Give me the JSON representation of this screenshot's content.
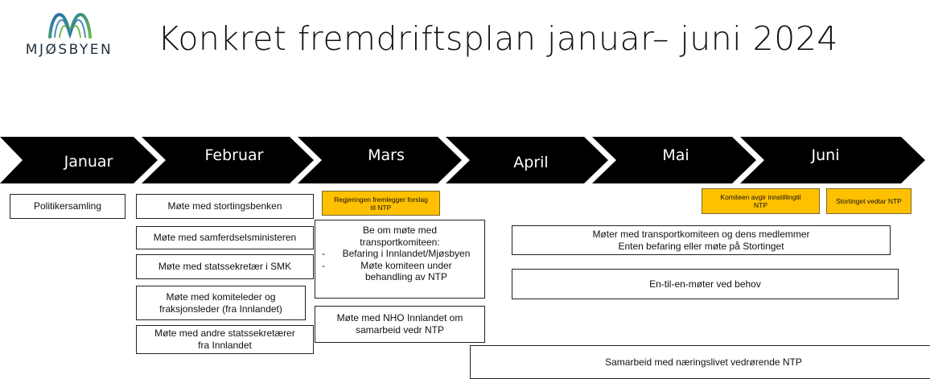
{
  "logo": {
    "text": "MJØSBYEN"
  },
  "title": "Konkret fremdriftsplan januar– juni 2024",
  "months": [
    "Januar",
    "Februar",
    "Mars",
    "April",
    "Mai",
    "Juni"
  ],
  "boxes": {
    "politikersamling": "Politikersamling",
    "stortingsbenken": "Møte med stortingsbenken",
    "samferdselsministeren": "Møte med samferdselsministeren",
    "smk": "Møte med statssekretær i SMK",
    "komiteleder_line1": "Møte med komiteleder og",
    "komiteleder_line2": "fraksjonsleder (fra  Innlandet)",
    "statssekretaerer_line1": "Møte med andre statssekretærer",
    "statssekretaerer_line2": "fra Innlandet",
    "regjeringen_line1": "Regjeringen fremlegger forslag",
    "regjeringen_line2": "til NTP",
    "transportkomiteen_line1": "Be om møte med",
    "transportkomiteen_line2": "transportkomiteen:",
    "transportkomiteen_item1": "Befaring i Innlandet/Mjøsbyen",
    "transportkomiteen_item2_line1": "Møte komiteen under",
    "transportkomiteen_item2_line2": "behandling av NTP",
    "nho_line1": "Møte med NHO Innlandet om",
    "nho_line2": "samarbeid vedr NTP",
    "transportkomiteen_medlemmer_line1": "Møter med transportkomiteen og dens medlemmer",
    "transportkomiteen_medlemmer_line2": "Enten befaring eller møte på Stortinget",
    "en_til_en": "En-til-en-møter ved behov",
    "samarbeid": "Samarbeid med næringslivet vedrørende NTP",
    "komiteen_line1": "Komiteen avgir innstillingtil",
    "komiteen_line2": "NTP",
    "stortinget": "Stortinget vedtar NTP"
  },
  "colors": {
    "arrow": "#000000",
    "highlight": "#ffc000",
    "logo_blue": "#1f6db5",
    "logo_green": "#6cbf3f"
  },
  "icons": [
    "mjosbyen-logo-icon"
  ]
}
